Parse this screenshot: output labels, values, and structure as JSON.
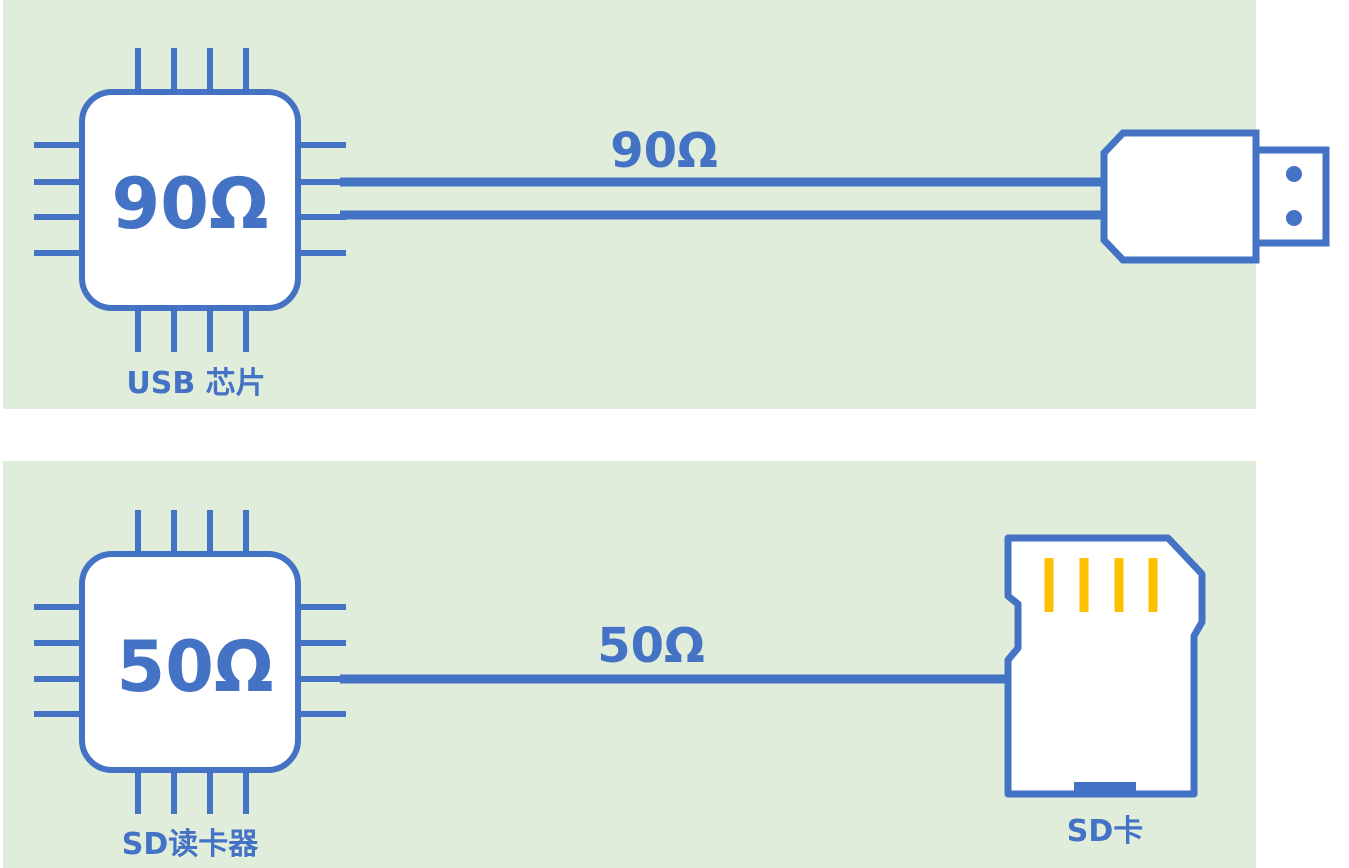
{
  "colors": {
    "background": "#ffffff",
    "panel": "#e1eddb",
    "stroke": "#4472c4",
    "contacts": "#ffc000",
    "fill": "#ffffff"
  },
  "usb": {
    "chip_value": "90Ω",
    "chip_label": "USB 芯片",
    "line_label": "90Ω",
    "device_icon": "usb-plug-icon"
  },
  "sd": {
    "chip_value": "50Ω",
    "chip_label": "SD读卡器",
    "line_label": "50Ω",
    "device_label": "SD卡",
    "device_icon": "sd-card-icon"
  }
}
